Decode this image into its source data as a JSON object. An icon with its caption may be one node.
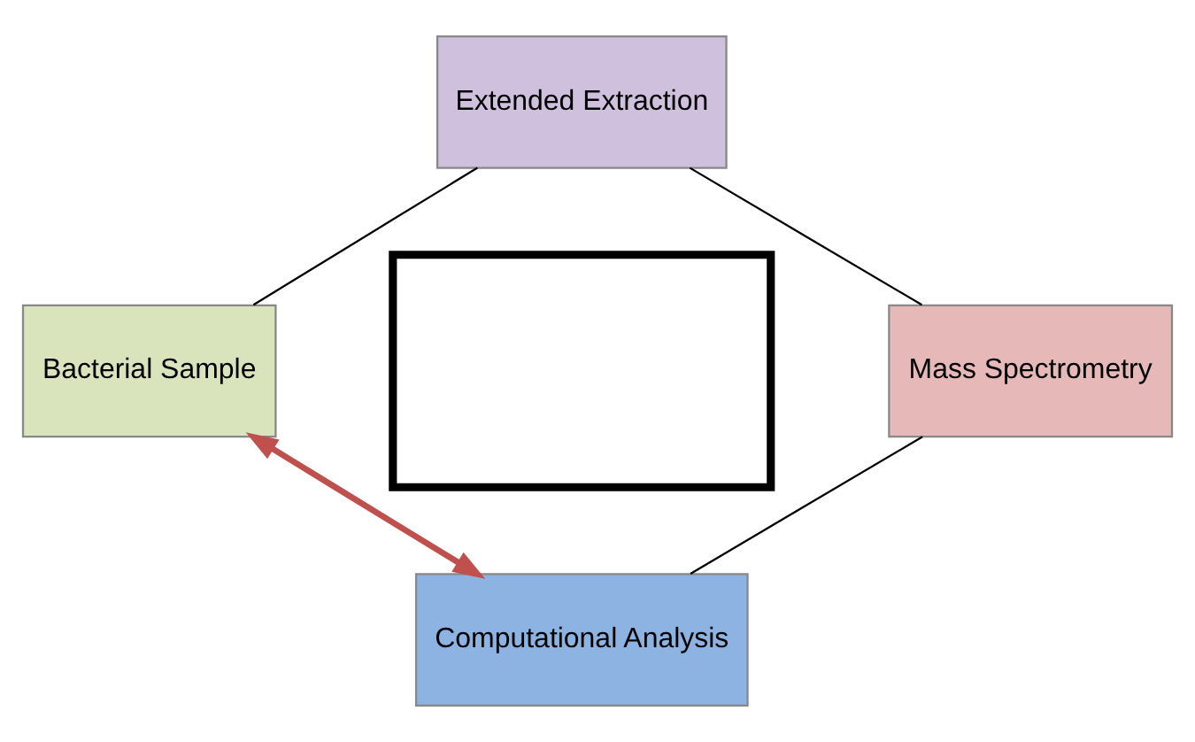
{
  "diagram": {
    "nodes": [
      {
        "text": [
          "Extended Extraction"
        ]
      },
      {
        "text": [
          "Bacterial Sample"
        ]
      },
      {
        "text": [
          "Mass Spectrometry"
        ]
      },
      {
        "text": [
          "Computational Analysis"
        ]
      },
      {
        "text": [],
        "shape": "box"
      }
    ],
    "edges": [
      {
        "from": 1,
        "to": 0,
        "arrow": "none"
      },
      {
        "from": 0,
        "to": 2,
        "arrow": "none"
      },
      {
        "from": 2,
        "to": 3,
        "arrow": "none"
      },
      {
        "from": 1,
        "to": 3,
        "arrow": "both",
        "style": "thick",
        "color": "#c0504d"
      }
    ]
  }
}
